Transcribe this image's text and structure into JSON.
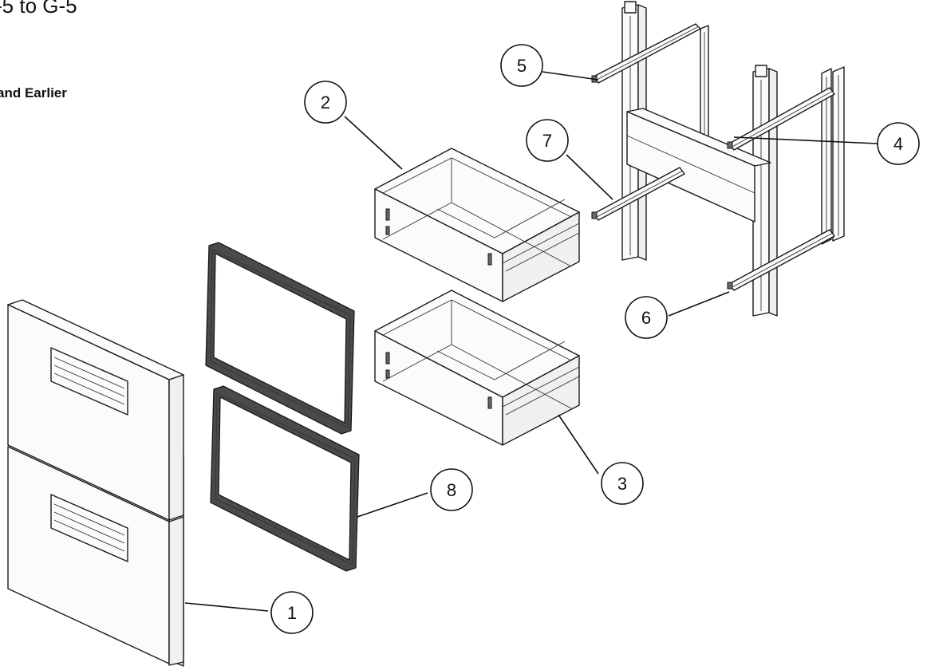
{
  "header": {
    "title": "-5 to G-5",
    "subtitle": "and Earlier"
  },
  "callouts": [
    "1",
    "2",
    "3",
    "4",
    "5",
    "6",
    "7",
    "8"
  ],
  "colors": {
    "line": "#1a1a1a",
    "gasket": "#4a4a4a",
    "background": "#ffffff"
  }
}
